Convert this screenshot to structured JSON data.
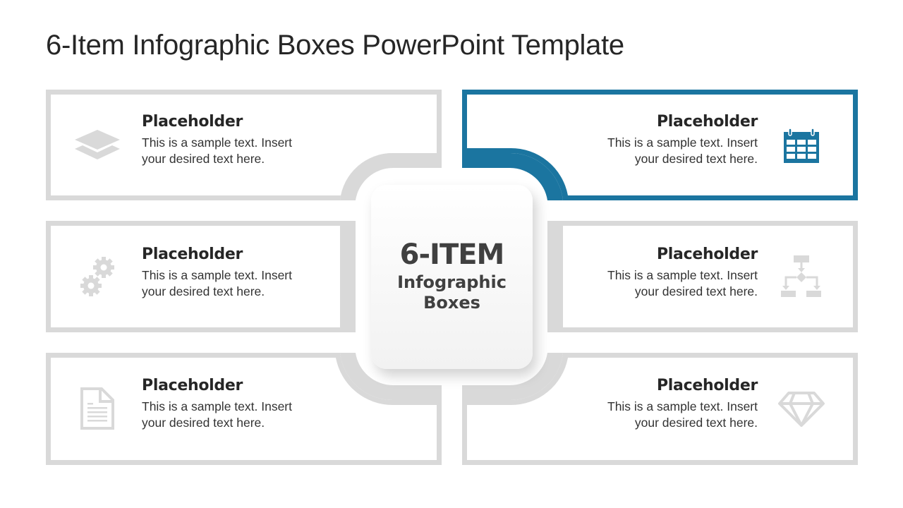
{
  "title": "6-Item Infographic Boxes PowerPoint Template",
  "center": {
    "headline": "6-ITEM",
    "line1": "Infographic",
    "line2": "Boxes"
  },
  "colors": {
    "frame_gray": "#d9d9d9",
    "accent_blue": "#1b75a0",
    "icon_gray": "#d9d9d9",
    "text_dark": "#262626"
  },
  "items": [
    {
      "position": "top-left",
      "heading": "Placeholder",
      "line1": "This is a sample text. Insert",
      "line2": "your desired text here.",
      "icon": "layers-icon",
      "highlighted": false
    },
    {
      "position": "top-right",
      "heading": "Placeholder",
      "line1": "This is a sample text. Insert",
      "line2": "your desired text here.",
      "icon": "calendar-icon",
      "highlighted": true
    },
    {
      "position": "middle-left",
      "heading": "Placeholder",
      "line1": "This is a sample text. Insert",
      "line2": "your desired text here.",
      "icon": "gears-icon",
      "highlighted": false
    },
    {
      "position": "middle-right",
      "heading": "Placeholder",
      "line1": "This is a sample text. Insert",
      "line2": "your desired text here.",
      "icon": "flowchart-icon",
      "highlighted": false
    },
    {
      "position": "bottom-left",
      "heading": "Placeholder",
      "line1": "This is a sample text. Insert",
      "line2": "your desired text here.",
      "icon": "document-icon",
      "highlighted": false
    },
    {
      "position": "bottom-right",
      "heading": "Placeholder",
      "line1": "This is a sample text. Insert",
      "line2": "your desired text here.",
      "icon": "diamond-icon",
      "highlighted": false
    }
  ]
}
